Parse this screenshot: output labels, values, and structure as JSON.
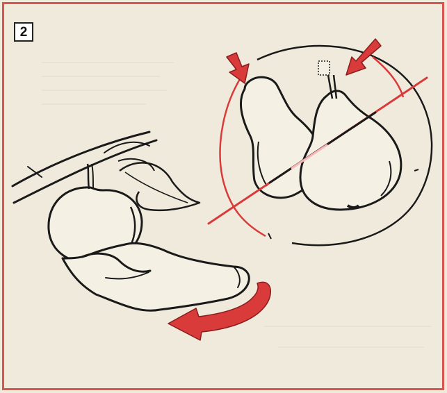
{
  "panel": {
    "step_number": "2",
    "colors": {
      "frame": "#d9534f",
      "accent": "#d93a3a",
      "ink": "#1a1a1a",
      "paper": "#efeadb"
    },
    "icons": [
      "apple-on-branch-illustration",
      "hand-icon",
      "rotation-arrow-icon",
      "pear-illustration",
      "pointer-arrow-icon",
      "cut-line"
    ]
  }
}
